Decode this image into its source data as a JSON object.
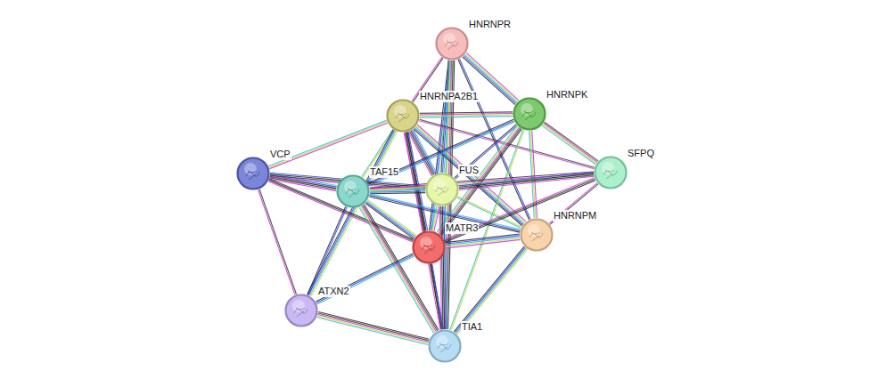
{
  "diagram": {
    "nodes": [
      {
        "text": [
          "HNRNPR"
        ]
      },
      {
        "text": [
          "HNRNPA2B1"
        ]
      },
      {
        "text": [
          "HNRNPK"
        ]
      },
      {
        "text": [
          "VCP"
        ]
      },
      {
        "text": [
          "TAF15"
        ]
      },
      {
        "text": [
          "FUS"
        ]
      },
      {
        "text": [
          "SFPQ"
        ]
      },
      {
        "text": [
          "HNRNPM"
        ]
      },
      {
        "text": [
          "MATR3"
        ]
      },
      {
        "text": [
          "ATXN2"
        ]
      },
      {
        "text": [
          "TIA1"
        ]
      }
    ],
    "edges": [
      {
        "from": 0,
        "to": 1,
        "arrow": "none"
      },
      {
        "from": 0,
        "to": 2,
        "arrow": "none"
      },
      {
        "from": 0,
        "to": 5,
        "arrow": "none"
      },
      {
        "from": 0,
        "to": 8,
        "arrow": "none"
      },
      {
        "from": 0,
        "to": 7,
        "arrow": "none"
      },
      {
        "from": 0,
        "to": 10,
        "arrow": "none"
      },
      {
        "from": 1,
        "to": 2,
        "arrow": "none"
      },
      {
        "from": 1,
        "to": 3,
        "arrow": "none"
      },
      {
        "from": 1,
        "to": 4,
        "arrow": "none"
      },
      {
        "from": 1,
        "to": 5,
        "arrow": "none"
      },
      {
        "from": 1,
        "to": 8,
        "arrow": "none"
      },
      {
        "from": 1,
        "to": 10,
        "arrow": "none"
      },
      {
        "from": 1,
        "to": 6,
        "arrow": "none"
      },
      {
        "from": 1,
        "to": 7,
        "arrow": "none"
      },
      {
        "from": 1,
        "to": 9,
        "arrow": "none"
      },
      {
        "from": 2,
        "to": 4,
        "arrow": "none"
      },
      {
        "from": 2,
        "to": 5,
        "arrow": "none"
      },
      {
        "from": 2,
        "to": 8,
        "arrow": "none"
      },
      {
        "from": 2,
        "to": 6,
        "arrow": "none"
      },
      {
        "from": 2,
        "to": 7,
        "arrow": "none"
      },
      {
        "from": 2,
        "to": 10,
        "arrow": "none"
      },
      {
        "from": 3,
        "to": 4,
        "arrow": "none"
      },
      {
        "from": 3,
        "to": 5,
        "arrow": "none"
      },
      {
        "from": 3,
        "to": 8,
        "arrow": "none"
      },
      {
        "from": 3,
        "to": 9,
        "arrow": "none"
      },
      {
        "from": 4,
        "to": 5,
        "arrow": "none"
      },
      {
        "from": 4,
        "to": 8,
        "arrow": "none"
      },
      {
        "from": 4,
        "to": 7,
        "arrow": "none"
      },
      {
        "from": 4,
        "to": 9,
        "arrow": "none"
      },
      {
        "from": 4,
        "to": 10,
        "arrow": "none"
      },
      {
        "from": 4,
        "to": 6,
        "arrow": "none"
      },
      {
        "from": 5,
        "to": 8,
        "arrow": "none"
      },
      {
        "from": 5,
        "to": 7,
        "arrow": "none"
      },
      {
        "from": 5,
        "to": 10,
        "arrow": "none"
      },
      {
        "from": 5,
        "to": 6,
        "arrow": "none"
      },
      {
        "from": 6,
        "to": 8,
        "arrow": "none"
      },
      {
        "from": 6,
        "to": 7,
        "arrow": "none"
      },
      {
        "from": 7,
        "to": 8,
        "arrow": "none"
      },
      {
        "from": 7,
        "to": 10,
        "arrow": "none"
      },
      {
        "from": 8,
        "to": 9,
        "arrow": "none"
      },
      {
        "from": 8,
        "to": 10,
        "arrow": "none"
      },
      {
        "from": 9,
        "to": 10,
        "arrow": "none"
      }
    ]
  }
}
